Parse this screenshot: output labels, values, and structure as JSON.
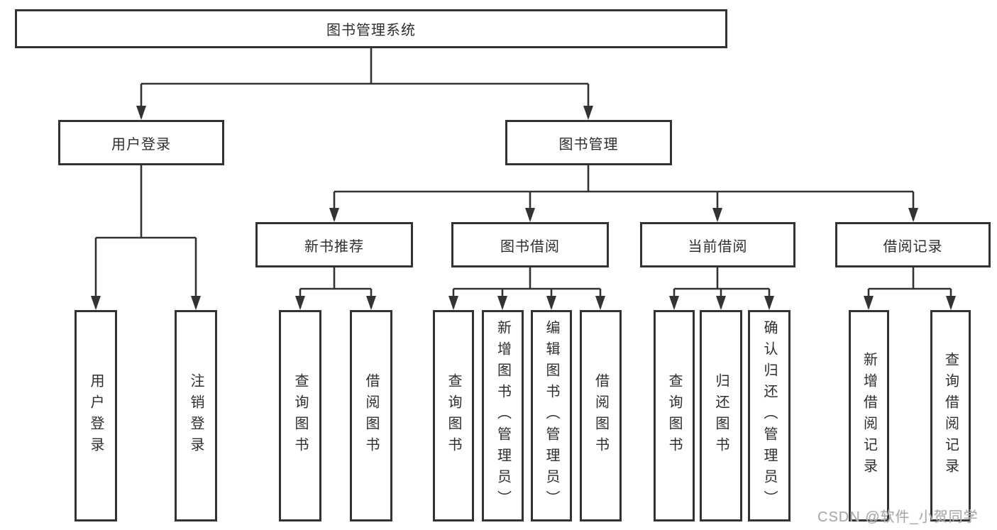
{
  "diagram": {
    "title_node": {
      "label": "图书管理系统"
    },
    "level2": [
      {
        "id": "user-login",
        "label": "用户登录"
      },
      {
        "id": "book-management",
        "label": "图书管理"
      }
    ],
    "level3": [
      {
        "id": "new-book-recommend",
        "label": "新书推荐"
      },
      {
        "id": "book-borrowing",
        "label": "图书借阅"
      },
      {
        "id": "current-borrowing",
        "label": "当前借阅"
      },
      {
        "id": "borrowing-records",
        "label": "借阅记录"
      }
    ],
    "leaves": [
      {
        "parent": "用户登录",
        "label": "用户登录"
      },
      {
        "parent": "用户登录",
        "label": "注销登录"
      },
      {
        "parent": "新书推荐",
        "label": "查询图书"
      },
      {
        "parent": "新书推荐",
        "label": "借阅图书"
      },
      {
        "parent": "图书借阅",
        "label": "查询图书"
      },
      {
        "parent": "图书借阅",
        "label": "新增图书（管理员）"
      },
      {
        "parent": "图书借阅",
        "label": "编辑图书（管理员）"
      },
      {
        "parent": "图书借阅",
        "label": "借阅图书"
      },
      {
        "parent": "当前借阅",
        "label": "查询图书"
      },
      {
        "parent": "当前借阅",
        "label": "归还图书"
      },
      {
        "parent": "当前借阅",
        "label": "确认归还（管理员）"
      },
      {
        "parent": "借阅记录",
        "label": "新增借阅记录"
      },
      {
        "parent": "借阅记录",
        "label": "查询借阅记录"
      }
    ],
    "colors": {
      "line": "#333333",
      "text": "#2e2e2e",
      "watermark": "#ababab",
      "background": "#ffffff"
    },
    "watermark": {
      "text": "CSDN @软件_小贺同学"
    }
  }
}
